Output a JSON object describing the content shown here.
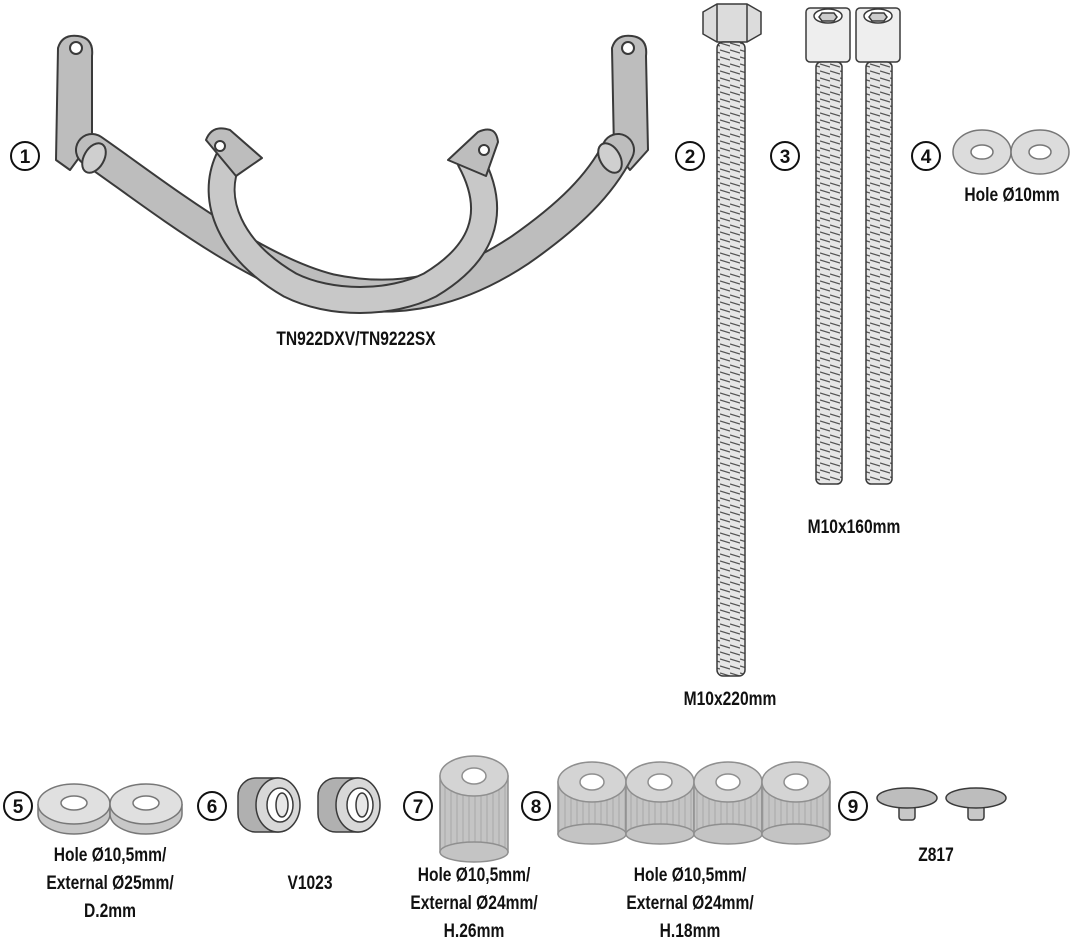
{
  "colors": {
    "metal": "#bdbdbd",
    "metal_dark": "#8f8f8f",
    "washer": "#dcdcdc",
    "outline": "#3a3a3a",
    "callout": "#111111"
  },
  "parts": [
    {
      "number": "1",
      "label_lines": [
        "TN922DXV/TN9222SX"
      ]
    },
    {
      "number": "2",
      "label_lines": [
        "M10x220mm"
      ]
    },
    {
      "number": "3",
      "label_lines": [
        "M10x160mm"
      ]
    },
    {
      "number": "4",
      "label_lines": [
        "Hole Ø10mm"
      ]
    },
    {
      "number": "5",
      "label_lines": [
        "Hole Ø10,5mm/",
        "External Ø25mm/",
        "D.2mm"
      ]
    },
    {
      "number": "6",
      "label_lines": [
        "V1023"
      ]
    },
    {
      "number": "7",
      "label_lines": [
        "Hole Ø10,5mm/",
        "External Ø24mm/",
        "H.26mm"
      ]
    },
    {
      "number": "8",
      "label_lines": [
        "Hole Ø10,5mm/",
        "External Ø24mm/",
        "H.18mm"
      ]
    },
    {
      "number": "9",
      "label_lines": [
        "Z817"
      ]
    }
  ]
}
